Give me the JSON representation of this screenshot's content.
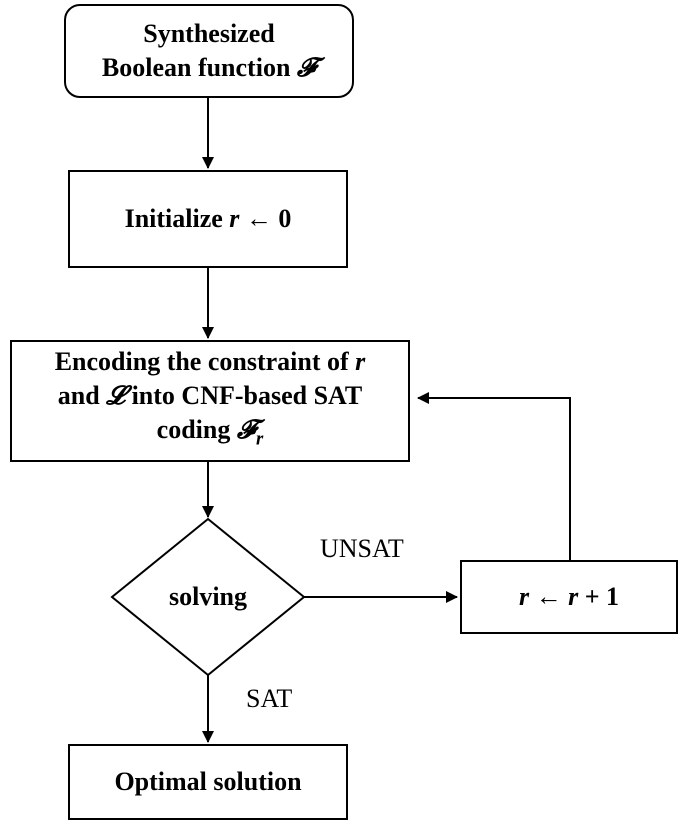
{
  "nodes": {
    "start": {
      "line1": "Synthesized",
      "line2_text": "Boolean function ",
      "line2_symbol": "𝓕"
    },
    "init": {
      "text": "Initialize ",
      "var": "r",
      "arrow": " ← ",
      "value": "0"
    },
    "encode": {
      "line1_text": "Encoding the constraint of ",
      "line1_var": "r",
      "line2_prefix": "and ",
      "line2_symbol": "𝓛",
      "line2_text": " into CNF-based SAT",
      "line3_text": "coding ",
      "line3_symbol": "𝓕",
      "line3_sub": "r"
    },
    "decision": {
      "label": "solving"
    },
    "increment": {
      "var_left": "r",
      "arrow": " ← ",
      "var_right": "r",
      "plus": " + ",
      "value": "1"
    },
    "end": {
      "text": "Optimal solution"
    }
  },
  "edges": {
    "unsat_label": "UNSAT",
    "sat_label": "SAT"
  },
  "colors": {
    "stroke": "#000000",
    "fill": "#ffffff",
    "text": "#000000"
  }
}
